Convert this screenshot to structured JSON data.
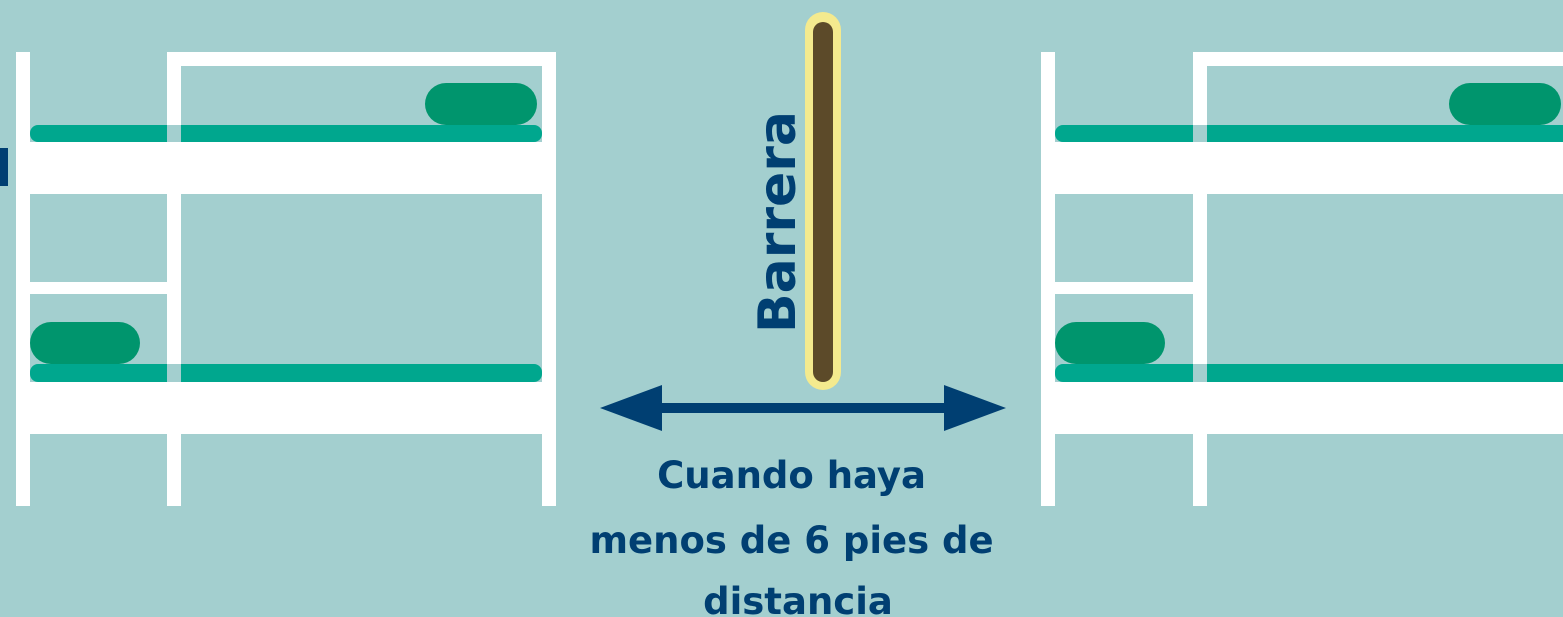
{
  "barrier_label": "Barrera",
  "distance_caption": [
    "Cuando haya",
    "menos de 6 pies de",
    "distancia"
  ],
  "colors": {
    "background": "#a3cfcf",
    "frame": "#ffffff",
    "mattress": "#00a78e",
    "pillow": "#00956d",
    "barrier_fill": "#5c4a29",
    "barrier_outline": "#f4ea8e",
    "arrow": "#003f72",
    "text": "#003f72"
  }
}
